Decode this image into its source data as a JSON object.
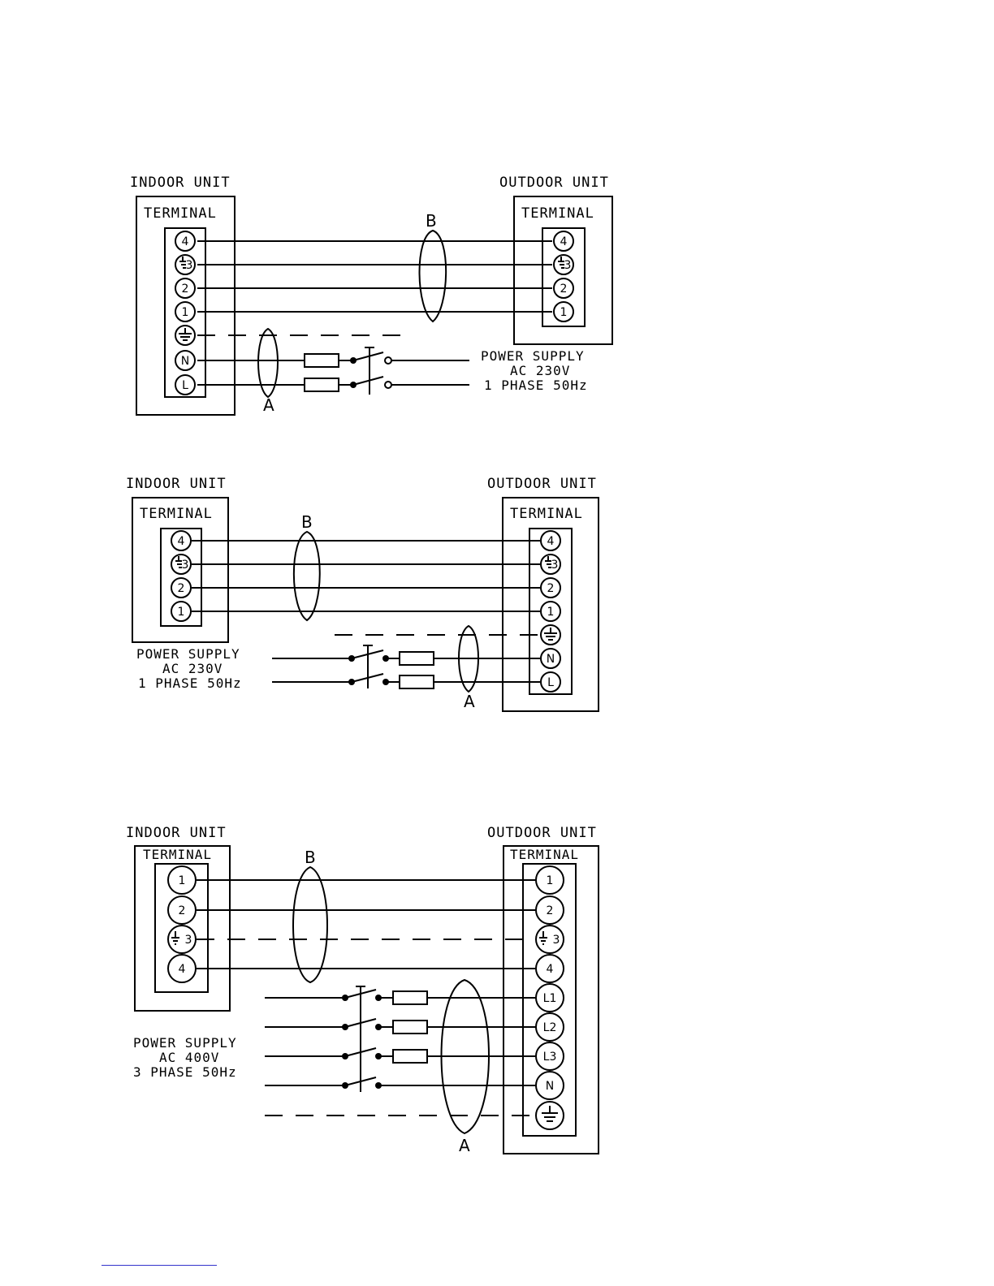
{
  "diagrams": [
    {
      "indoor_label": "INDOOR UNIT",
      "outdoor_label": "OUTDOOR UNIT",
      "indoor_terminal_label": "TERMINAL",
      "outdoor_terminal_label": "TERMINAL",
      "indoor_terminals": [
        "4",
        "3",
        "2",
        "1",
        "",
        "N",
        "L"
      ],
      "outdoor_terminals": [
        "4",
        "3",
        "2",
        "1"
      ],
      "bundle_labels": [
        "B",
        "A"
      ],
      "power_supply": [
        "POWER SUPPLY",
        "AC 230V",
        "1 PHASE 50Hz"
      ]
    },
    {
      "indoor_label": "INDOOR UNIT",
      "outdoor_label": "OUTDOOR UNIT",
      "indoor_terminal_label": "TERMINAL",
      "outdoor_terminal_label": "TERMINAL",
      "indoor_terminals": [
        "4",
        "3",
        "2",
        "1"
      ],
      "outdoor_terminals": [
        "4",
        "3",
        "2",
        "1",
        "",
        "N",
        "L"
      ],
      "bundle_labels": [
        "B",
        "A"
      ],
      "power_supply": [
        "POWER SUPPLY",
        "AC 230V",
        "1 PHASE 50Hz"
      ]
    },
    {
      "indoor_label": "INDOOR UNIT",
      "outdoor_label": "OUTDOOR UNIT",
      "indoor_terminal_label": "TERMINAL",
      "outdoor_terminal_label": "TERMINAL",
      "indoor_terminals": [
        "1",
        "2",
        "3",
        "4"
      ],
      "outdoor_terminals": [
        "1",
        "2",
        "3",
        "4",
        "L1",
        "L2",
        "L3",
        "N",
        ""
      ],
      "bundle_labels": [
        "B",
        "A"
      ],
      "power_supply": [
        "POWER SUPPLY",
        "AC 400V",
        "3 PHASE 50Hz"
      ]
    }
  ]
}
